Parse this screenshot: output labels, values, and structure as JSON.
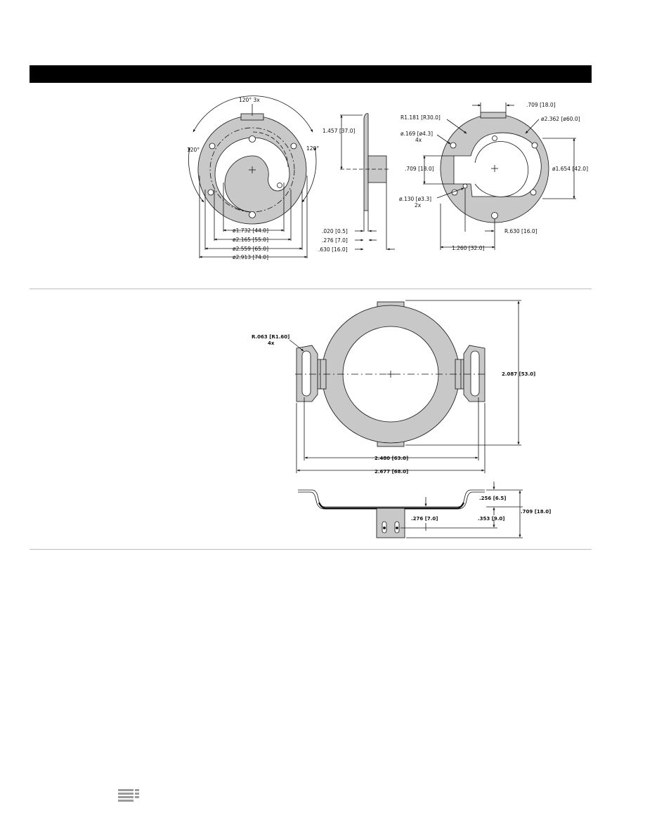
{
  "colors": {
    "header": "#000000",
    "part_fill": "#c8c8c8",
    "rule": "#bdbdbd",
    "line": "#111111"
  },
  "ring_mount": {
    "front": {
      "angle_label": "120° 3x",
      "angle_left": "120°",
      "angle_right": "120°",
      "dims": [
        "ø1.732 [44.0]",
        "ø2.165 [55.0]",
        "ø2.559 [65.0]",
        "ø2.913 [74.0]"
      ]
    },
    "side": {
      "height": "1.457 [37.0]",
      "dims": [
        ".020 [0.5]",
        ".276 [7.0]",
        ".630 [16.0]"
      ]
    },
    "back": {
      "top": ".709 [18.0]",
      "radius": "R1.181 [R30.0]",
      "outer_dia": "ø2.362 [ø60.0]",
      "hole": "ø.169 [ø4.3]",
      "hole_qty": "4x",
      "left_height": ".709 [18.0]",
      "right_dia": "ø1.654 [42.0]",
      "small_hole": "ø.130 [ø3.3]",
      "small_hole_qty": "2x",
      "bottom_radius": "R.630 [16.0]",
      "bottom_width": "1.260 [32.0]"
    }
  },
  "clamp": {
    "top": {
      "radius": "R.063 [R1.60]",
      "radius_qty": "4x",
      "height": "2.087 [53.0]",
      "width_inner": "2.480 [63.0]",
      "width_outer": "2.677 [68.0]"
    },
    "side": {
      "dims": [
        ".256 [6.5]",
        ".709 [18.0]",
        ".276 [7.0]",
        ".353 [9.0]"
      ]
    }
  },
  "footer": {
    "logo_icon": "stacked-bars-logo-icon"
  }
}
